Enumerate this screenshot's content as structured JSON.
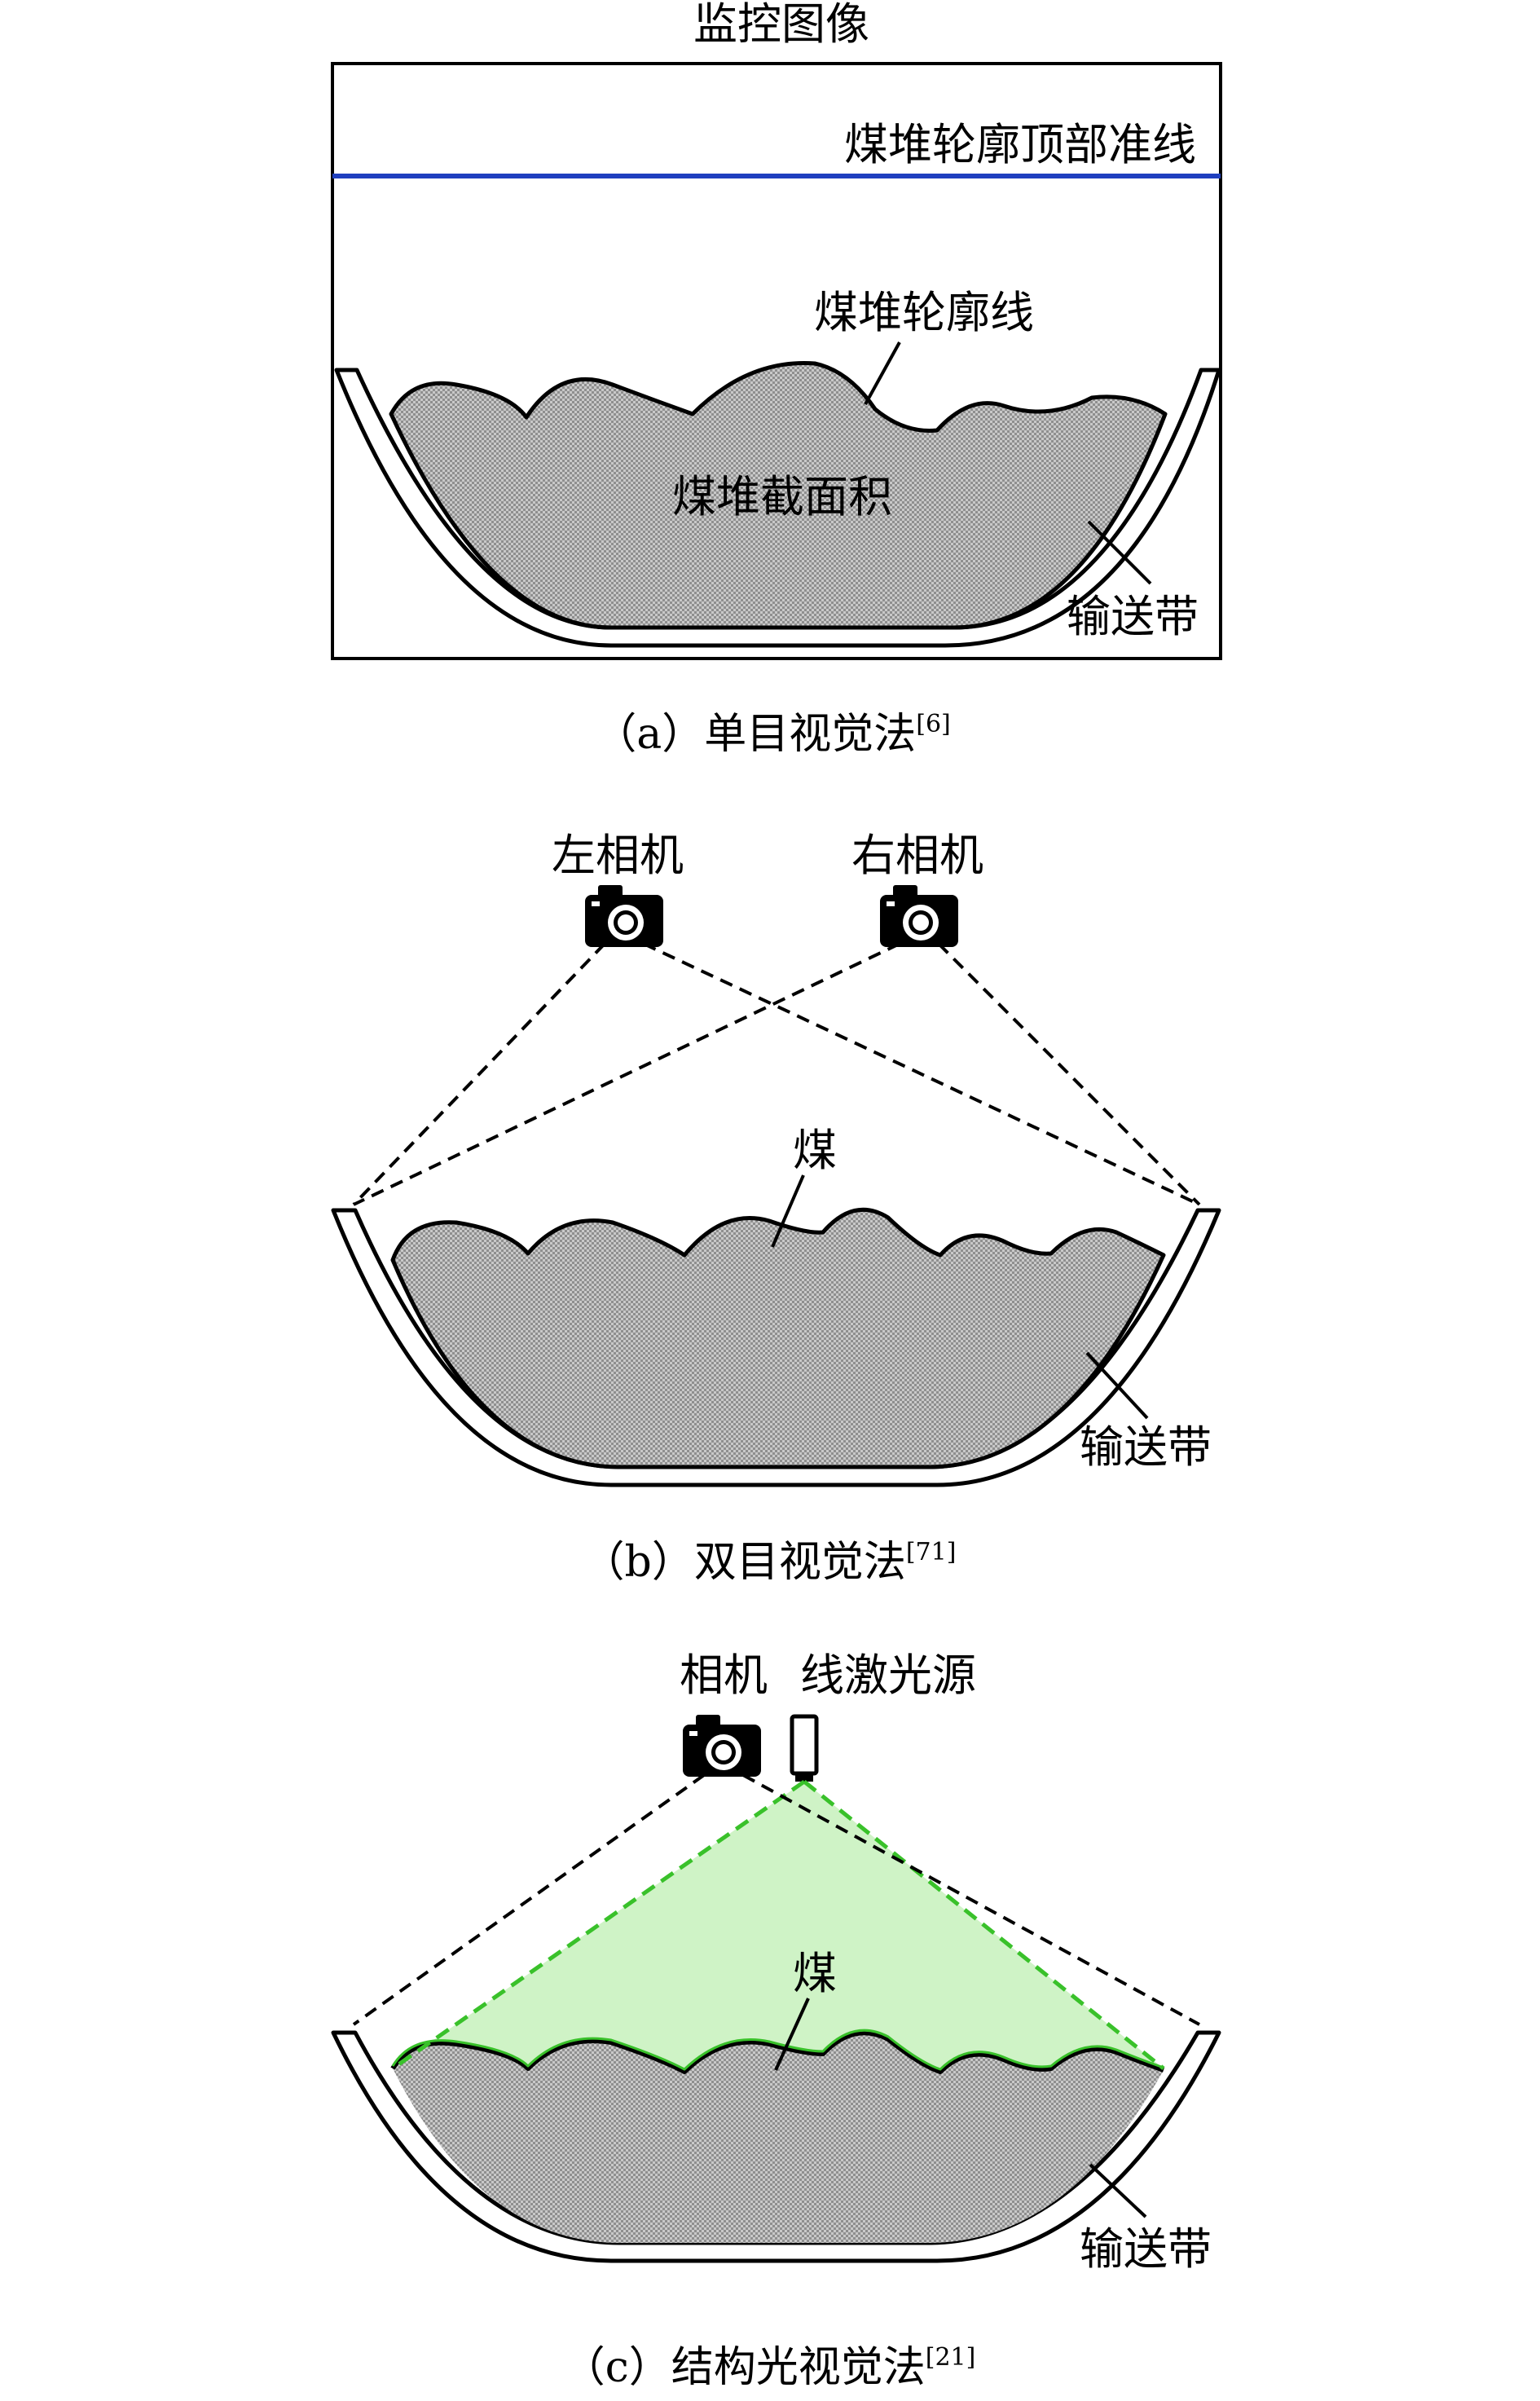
{
  "panel_a": {
    "title": "监控图像",
    "top_line_label": "煤堆轮廓顶部准线",
    "contour_label": "煤堆轮廓线",
    "area_label": "煤堆截面积",
    "belt_label": "输送带",
    "caption": "（a）单目视觉法",
    "caption_ref": "[6]",
    "top_line_color": "#1f3fbf"
  },
  "panel_b": {
    "left_camera_label": "左相机",
    "right_camera_label": "右相机",
    "coal_label": "煤",
    "belt_label": "输送带",
    "caption": "（b）双目视觉法",
    "caption_ref": "[71]"
  },
  "panel_c": {
    "camera_label": "相机",
    "laser_label": "线激光源",
    "coal_label": "煤",
    "belt_label": "输送带",
    "caption": "（c）结构光视觉法",
    "caption_ref": "[21]",
    "laser_color": "#39c12a",
    "laser_fill": "#cff3c6"
  },
  "icons": [
    "camera-icon",
    "laser-source-icon"
  ]
}
